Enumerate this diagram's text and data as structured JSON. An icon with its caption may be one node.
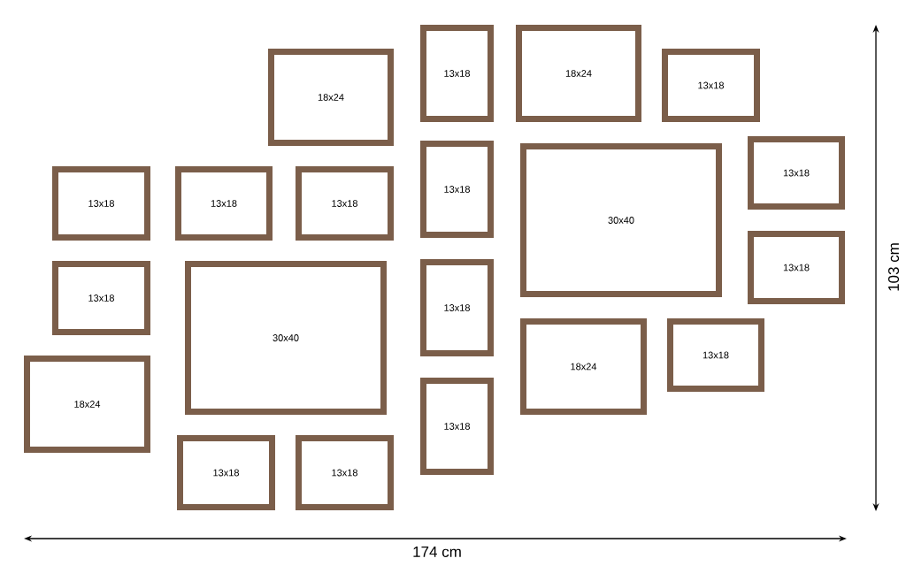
{
  "diagram": {
    "nodes": [
      {
        "text": [
          "13x18"
        ]
      },
      {
        "text": [
          "18x24"
        ]
      },
      {
        "text": [
          "18x24"
        ]
      },
      {
        "text": [
          "13x18"
        ]
      },
      {
        "text": [
          "13x18"
        ]
      },
      {
        "text": [
          "13x18"
        ]
      },
      {
        "text": [
          "30x40"
        ]
      },
      {
        "text": [
          "13x18"
        ]
      },
      {
        "text": [
          "13x18"
        ]
      },
      {
        "text": [
          "13x18"
        ]
      },
      {
        "text": [
          "13x18"
        ]
      },
      {
        "text": [
          "13x18"
        ]
      },
      {
        "text": [
          "13x18"
        ]
      },
      {
        "text": [
          "30x40"
        ]
      },
      {
        "text": [
          "18x24"
        ]
      },
      {
        "text": [
          "13x18"
        ]
      },
      {
        "text": [
          "18x24"
        ]
      },
      {
        "text": [
          "13x18"
        ]
      },
      {
        "text": [
          "13x18"
        ]
      },
      {
        "text": [
          "13x18"
        ]
      }
    ],
    "labels": [
      "103 cm",
      "174 cm"
    ]
  }
}
